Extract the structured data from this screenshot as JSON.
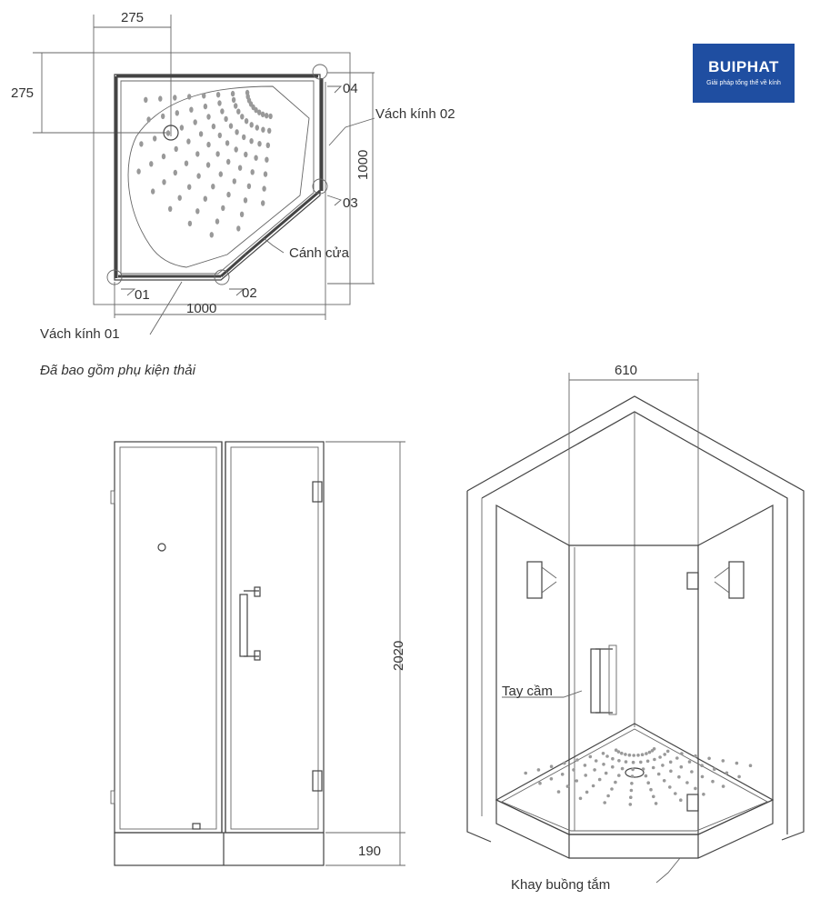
{
  "logo": {
    "brand": "BUIPHAT",
    "tagline": "Giải pháp tổng thể về kính"
  },
  "plan_view": {
    "dim_top": "275",
    "dim_left": "275",
    "dim_right": "1000",
    "dim_bottom": "1000",
    "label_04": "04",
    "label_03": "03",
    "label_02": "02",
    "label_01": "01",
    "label_vach_kinh_02": "Vách kính 02",
    "label_canh_cua": "Cánh cửa",
    "label_vach_kinh_01": "Vách kính 01",
    "note": "Đã bao gồm phụ kiện thải"
  },
  "front_view": {
    "dim_height": "2020",
    "dim_base": "190"
  },
  "perspective_view": {
    "dim_width": "610",
    "label_tay_cam": "Tay cầm",
    "label_khay": "Khay buồng tắm"
  }
}
